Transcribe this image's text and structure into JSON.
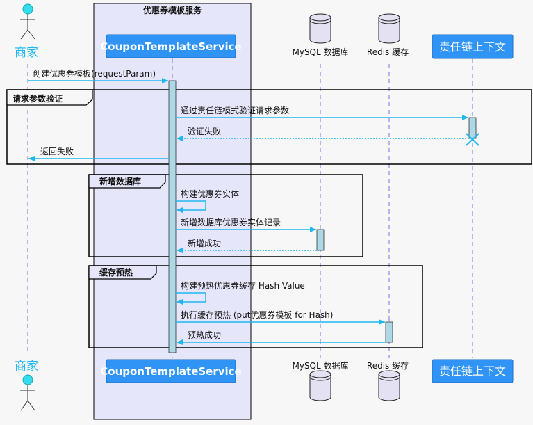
{
  "box_title": "优惠券模板服务",
  "participants": {
    "merchant": "商家",
    "service": "CouponTemplateService",
    "mysql": "MySQL 数据库",
    "redis": "Redis 缓存",
    "chain": "责任链上下文"
  },
  "groups": {
    "validate": "请求参数验证",
    "db": "新增数据库",
    "cache": "缓存预热"
  },
  "messages": {
    "m1": "创建优惠券模板(requestParam)",
    "m2": "通过责任链模式验证请求参数",
    "m3": "验证失败",
    "m4": "返回失败",
    "m5": "构建优惠券实体",
    "m6": "新增数据库优惠券实体记录",
    "m7": "新增成功",
    "m8": "构建预热优惠券缓存 Hash Value",
    "m9": "执行缓存预热 (put优惠券模板 for Hash)",
    "m10": "预热成功"
  },
  "colors": {
    "accent": "#1eb7f0",
    "actor": "#33ddee",
    "box_bg": "#e6e6fa",
    "participant_fill": "#2f94f5",
    "activation": "#add8e6",
    "db_fill": "#e4e2f2"
  }
}
